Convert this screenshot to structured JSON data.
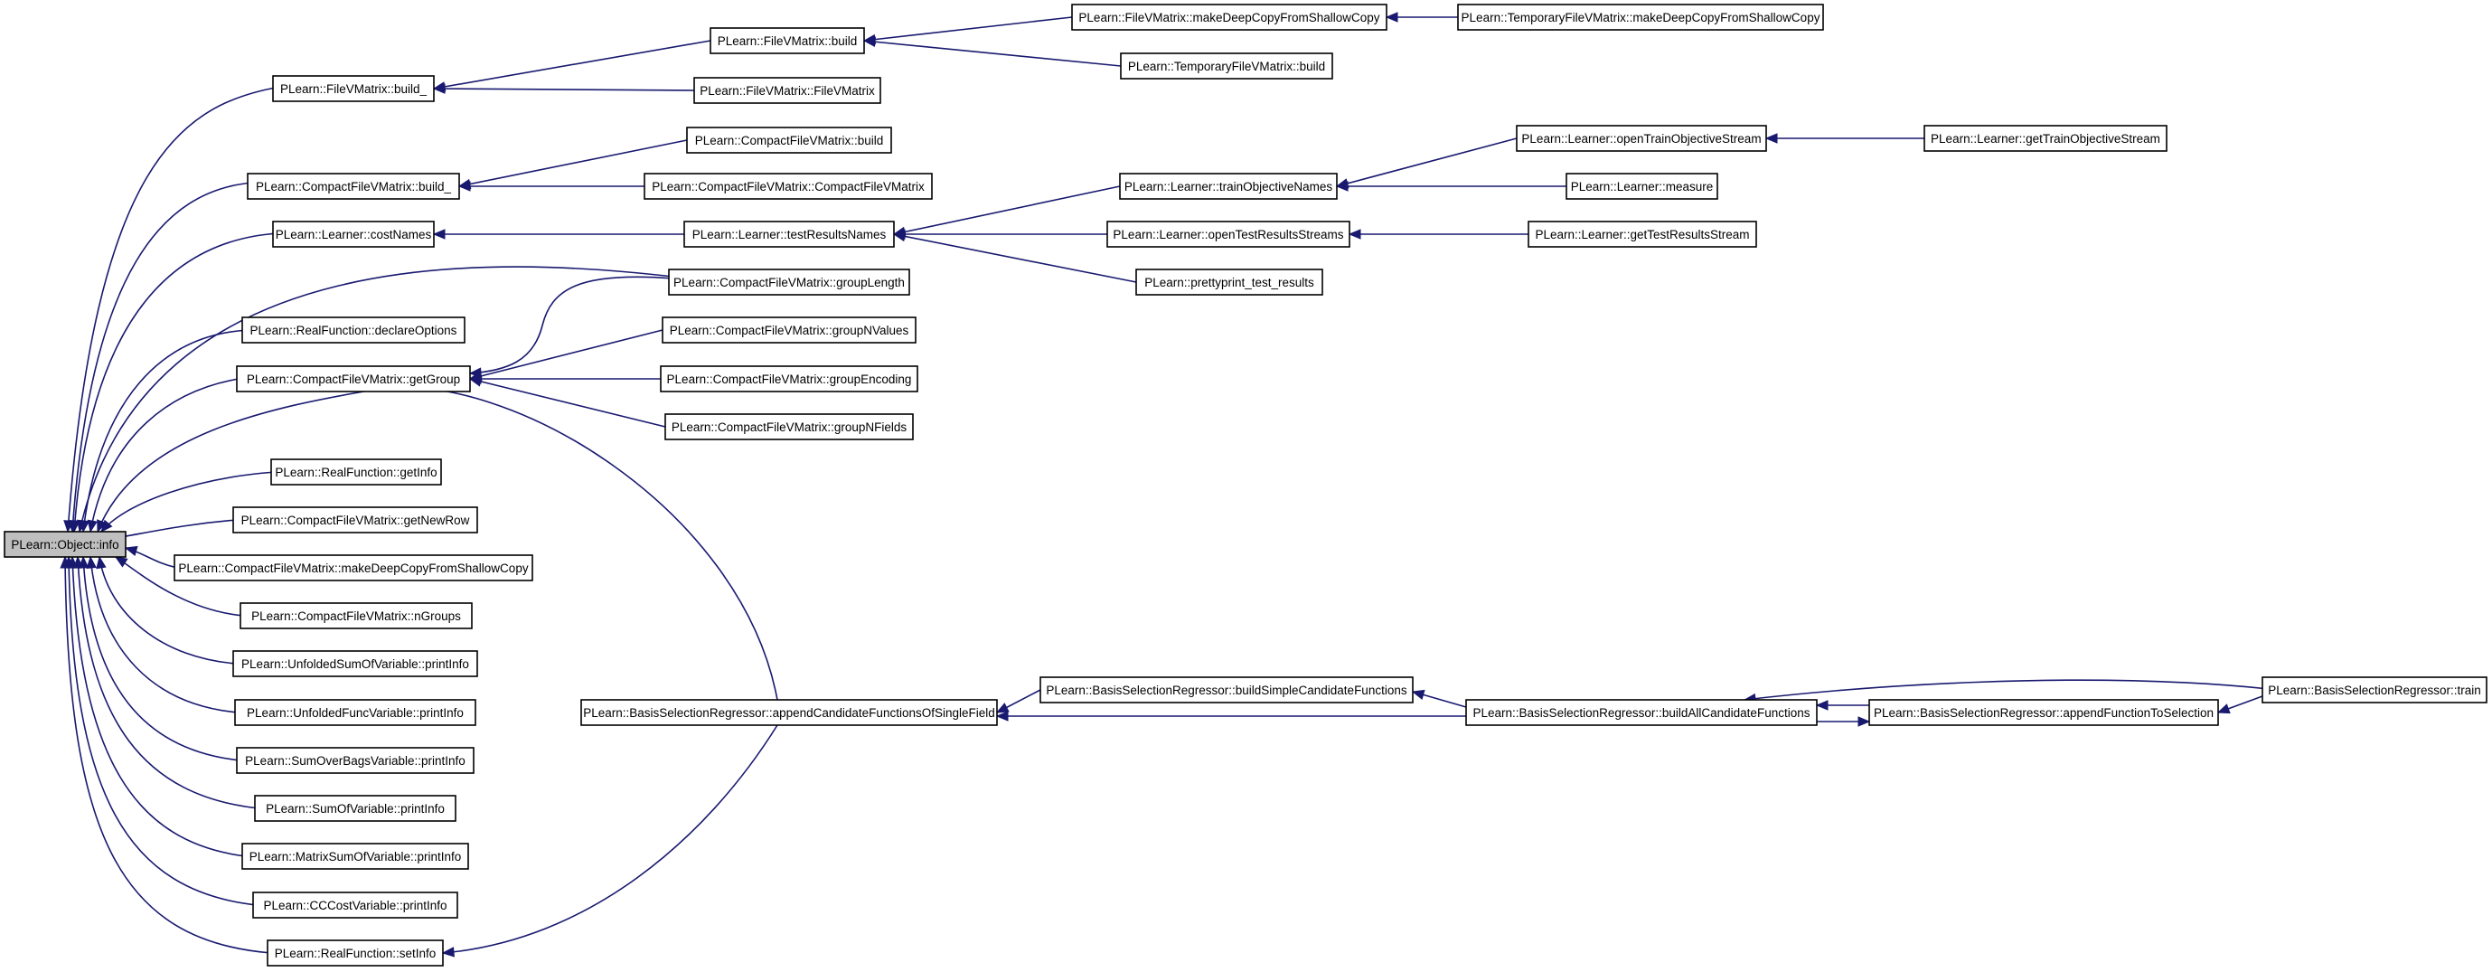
{
  "graph": {
    "root": "info",
    "edge_color": "#191970",
    "root_fill": "#bfbfbf",
    "nodes": [
      {
        "id": "info",
        "label": "PLearn::Object::info"
      },
      {
        "id": "fvm_build_",
        "label": "PLearn::FileVMatrix::build_"
      },
      {
        "id": "fvm_build",
        "label": "PLearn::FileVMatrix::build"
      },
      {
        "id": "fvm_mdc",
        "label": "PLearn::FileVMatrix::makeDeepCopyFromShallowCopy"
      },
      {
        "id": "tfvm_mdc",
        "label": "PLearn::TemporaryFileVMatrix::makeDeepCopyFromShallowCopy"
      },
      {
        "id": "tfvm_build",
        "label": "PLearn::TemporaryFileVMatrix::build"
      },
      {
        "id": "fvm_ctor",
        "label": "PLearn::FileVMatrix::FileVMatrix"
      },
      {
        "id": "cfvm_build_",
        "label": "PLearn::CompactFileVMatrix::build_"
      },
      {
        "id": "cfvm_build",
        "label": "PLearn::CompactFileVMatrix::build"
      },
      {
        "id": "cfvm_ctor",
        "label": "PLearn::CompactFileVMatrix::CompactFileVMatrix"
      },
      {
        "id": "costNames",
        "label": "PLearn::Learner::costNames"
      },
      {
        "id": "testResultsNames",
        "label": "PLearn::Learner::testResultsNames"
      },
      {
        "id": "trainObjectiveNames",
        "label": "PLearn::Learner::trainObjectiveNames"
      },
      {
        "id": "openTrainObjectiveStream",
        "label": "PLearn::Learner::openTrainObjectiveStream"
      },
      {
        "id": "getTrainObjectiveStream",
        "label": "PLearn::Learner::getTrainObjectiveStream"
      },
      {
        "id": "measure",
        "label": "PLearn::Learner::measure"
      },
      {
        "id": "openTestResultsStreams",
        "label": "PLearn::Learner::openTestResultsStreams"
      },
      {
        "id": "getTestResultsStream",
        "label": "PLearn::Learner::getTestResultsStream"
      },
      {
        "id": "prettyprint",
        "label": "PLearn::prettyprint_test_results"
      },
      {
        "id": "groupLength",
        "label": "PLearn::CompactFileVMatrix::groupLength"
      },
      {
        "id": "rf_declareOptions",
        "label": "PLearn::RealFunction::declareOptions"
      },
      {
        "id": "getGroup",
        "label": "PLearn::CompactFileVMatrix::getGroup"
      },
      {
        "id": "groupNValues",
        "label": "PLearn::CompactFileVMatrix::groupNValues"
      },
      {
        "id": "groupEncoding",
        "label": "PLearn::CompactFileVMatrix::groupEncoding"
      },
      {
        "id": "groupNFields",
        "label": "PLearn::CompactFileVMatrix::groupNFields"
      },
      {
        "id": "rf_getInfo",
        "label": "PLearn::RealFunction::getInfo"
      },
      {
        "id": "getNewRow",
        "label": "PLearn::CompactFileVMatrix::getNewRow"
      },
      {
        "id": "cfvm_mdc",
        "label": "PLearn::CompactFileVMatrix::makeDeepCopyFromShallowCopy"
      },
      {
        "id": "nGroups",
        "label": "PLearn::CompactFileVMatrix::nGroups"
      },
      {
        "id": "usov_printInfo",
        "label": "PLearn::UnfoldedSumOfVariable::printInfo"
      },
      {
        "id": "ufv_printInfo",
        "label": "PLearn::UnfoldedFuncVariable::printInfo"
      },
      {
        "id": "sobv_printInfo",
        "label": "PLearn::SumOverBagsVariable::printInfo"
      },
      {
        "id": "sov_printInfo",
        "label": "PLearn::SumOfVariable::printInfo"
      },
      {
        "id": "msov_printInfo",
        "label": "PLearn::MatrixSumOfVariable::printInfo"
      },
      {
        "id": "ccv_printInfo",
        "label": "PLearn::CCCostVariable::printInfo"
      },
      {
        "id": "rf_setInfo",
        "label": "PLearn::RealFunction::setInfo"
      },
      {
        "id": "bsr_append",
        "label": "PLearn::BasisSelectionRegressor::appendCandidateFunctionsOfSingleField"
      },
      {
        "id": "bsr_simple",
        "label": "PLearn::BasisSelectionRegressor::buildSimpleCandidateFunctions"
      },
      {
        "id": "bsr_all",
        "label": "PLearn::BasisSelectionRegressor::buildAllCandidateFunctions"
      },
      {
        "id": "bsr_appendSel",
        "label": "PLearn::BasisSelectionRegressor::appendFunctionToSelection"
      },
      {
        "id": "bsr_train",
        "label": "PLearn::BasisSelectionRegressor::train"
      }
    ],
    "edges": [
      {
        "from": "info",
        "to": "fvm_build_"
      },
      {
        "from": "fvm_build_",
        "to": "fvm_build"
      },
      {
        "from": "fvm_build",
        "to": "fvm_mdc"
      },
      {
        "from": "fvm_mdc",
        "to": "tfvm_mdc"
      },
      {
        "from": "fvm_build",
        "to": "tfvm_build"
      },
      {
        "from": "fvm_build_",
        "to": "fvm_ctor"
      },
      {
        "from": "info",
        "to": "cfvm_build_"
      },
      {
        "from": "cfvm_build_",
        "to": "cfvm_build"
      },
      {
        "from": "cfvm_build_",
        "to": "cfvm_ctor"
      },
      {
        "from": "info",
        "to": "costNames"
      },
      {
        "from": "costNames",
        "to": "testResultsNames"
      },
      {
        "from": "testResultsNames",
        "to": "trainObjectiveNames"
      },
      {
        "from": "trainObjectiveNames",
        "to": "openTrainObjectiveStream"
      },
      {
        "from": "openTrainObjectiveStream",
        "to": "getTrainObjectiveStream"
      },
      {
        "from": "trainObjectiveNames",
        "to": "measure"
      },
      {
        "from": "testResultsNames",
        "to": "openTestResultsStreams"
      },
      {
        "from": "openTestResultsStreams",
        "to": "getTestResultsStream"
      },
      {
        "from": "testResultsNames",
        "to": "prettyprint"
      },
      {
        "from": "info",
        "to": "groupLength"
      },
      {
        "from": "info",
        "to": "rf_declareOptions"
      },
      {
        "from": "info",
        "to": "getGroup"
      },
      {
        "from": "getGroup",
        "to": "groupLength"
      },
      {
        "from": "getGroup",
        "to": "groupNValues"
      },
      {
        "from": "getGroup",
        "to": "groupEncoding"
      },
      {
        "from": "getGroup",
        "to": "groupNFields"
      },
      {
        "from": "info",
        "to": "bsr_append"
      },
      {
        "from": "info",
        "to": "rf_getInfo"
      },
      {
        "from": "info",
        "to": "getNewRow"
      },
      {
        "from": "info",
        "to": "cfvm_mdc"
      },
      {
        "from": "info",
        "to": "nGroups"
      },
      {
        "from": "info",
        "to": "usov_printInfo"
      },
      {
        "from": "info",
        "to": "ufv_printInfo"
      },
      {
        "from": "info",
        "to": "sobv_printInfo"
      },
      {
        "from": "info",
        "to": "sov_printInfo"
      },
      {
        "from": "info",
        "to": "msov_printInfo"
      },
      {
        "from": "info",
        "to": "ccv_printInfo"
      },
      {
        "from": "info",
        "to": "rf_setInfo"
      },
      {
        "from": "rf_setInfo",
        "to": "bsr_append"
      },
      {
        "from": "bsr_append",
        "to": "bsr_simple"
      },
      {
        "from": "bsr_append",
        "to": "bsr_all"
      },
      {
        "from": "bsr_simple",
        "to": "bsr_all"
      },
      {
        "from": "bsr_all",
        "to": "bsr_appendSel"
      },
      {
        "from": "bsr_appendSel",
        "to": "bsr_all"
      },
      {
        "from": "bsr_all",
        "to": "bsr_train"
      },
      {
        "from": "bsr_appendSel",
        "to": "bsr_train"
      }
    ]
  }
}
